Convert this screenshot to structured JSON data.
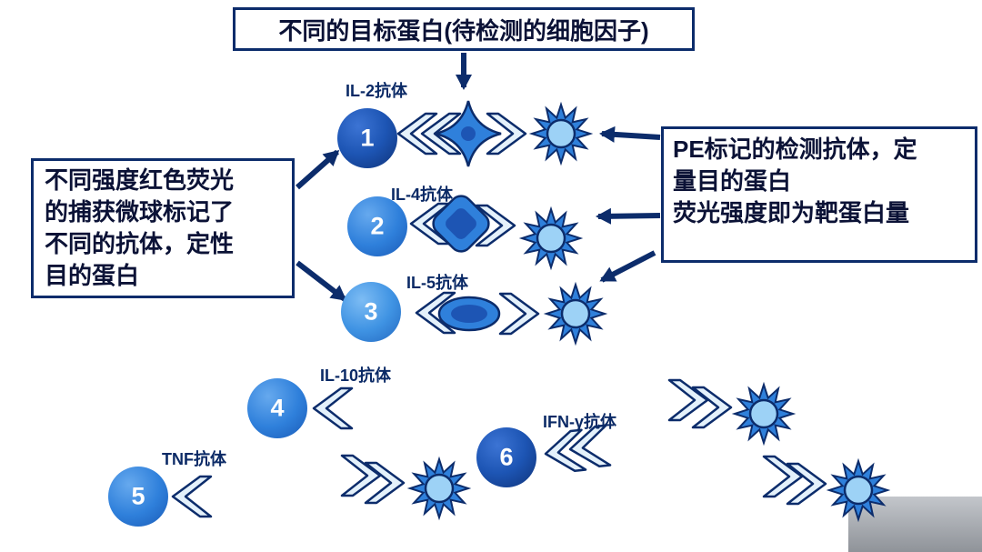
{
  "annotations": {
    "top_box": "不同的目标蛋白(待检测的细胞因子)",
    "left_box": "不同强度红色荧光\n的捕获微球标记了\n不同的抗体，定性\n目的蛋白",
    "right_box": "PE标记的检测抗体，定\n量目的蛋白\n荧光强度即为靶蛋白量"
  },
  "beads": [
    {
      "number": "1",
      "antibody": "IL-2抗体"
    },
    {
      "number": "2",
      "antibody": "IL-4抗体"
    },
    {
      "number": "3",
      "antibody": "IL-5抗体"
    },
    {
      "number": "4",
      "antibody": "IL-10抗体"
    },
    {
      "number": "5",
      "antibody": "TNF抗体"
    },
    {
      "number": "6",
      "antibody": "IFN-γ抗体"
    }
  ],
  "colors": {
    "outline_navy": "#0c2c6b",
    "bead_dark_blue": "#1d55b4",
    "bead_medium_blue": "#2f80db",
    "bead_light_blue": "#3f93e3",
    "antibody_fill": "#e4f1fb",
    "pe_center_blue": "#9dd2f6",
    "background": "#ffffff"
  }
}
